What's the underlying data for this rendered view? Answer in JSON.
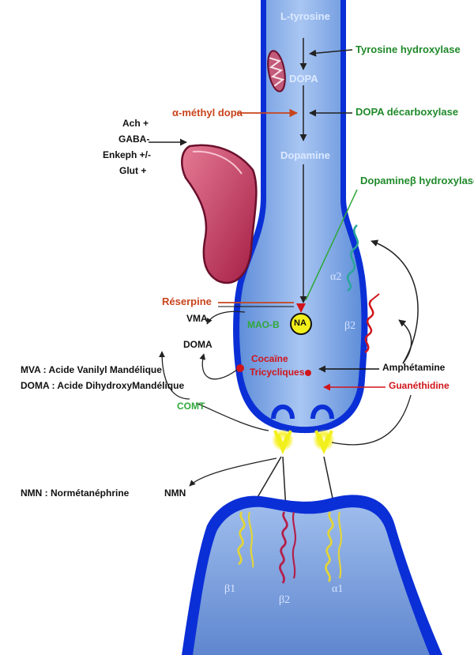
{
  "pathway": {
    "ltyrosine": "L-tyrosine",
    "dopa": "DOPA",
    "dopamine": "Dopamine",
    "na": "NA"
  },
  "enzymes": {
    "tyrosine_hydroxylase": "Tyrosine hydroxylase",
    "dopa_decarboxylase": "DOPA décarboxylase",
    "dopamine_beta_hydroxylase": "Dopamineβ hydroxylase"
  },
  "drugs": {
    "alpha_methyl_dopa": "α-méthyl dopa",
    "reserpine": "Réserpine",
    "cocaine": "Cocaïne",
    "tricycliques": "Tricycliques",
    "amphetamine": "Amphétamine",
    "guanethidine": "Guanéthidine"
  },
  "modulators": {
    "ach": "Ach +",
    "gaba": "GABA-",
    "enkeph": "Enkeph +/-",
    "glut": "Glut +"
  },
  "metabolism": {
    "mao_b": "MAO-B",
    "comt": "COMT",
    "vma": "VMA",
    "doma": "DOMA",
    "nmn": "NMN"
  },
  "legend": {
    "mva": "MVA : Acide Vanilyl Mandélique",
    "doma": "DOMA : Acide DihydroxyMandélique",
    "nmn": "NMN : Normétanéphrine"
  },
  "receptors": {
    "alpha2_pre": "α2",
    "beta2_pre": "β2",
    "beta1_post": "β1",
    "beta2_post": "β2",
    "alpha1_post": "α1"
  },
  "colors": {
    "membrane": "#0b2fd6",
    "cytoplasm": "#7ea7e8",
    "dendrite": "#b3204a",
    "enzyme_green": "#1f8a2a",
    "drug_orange": "#c8441c",
    "drug_red": "#d0151a",
    "vesicle_yellow": "#f2f01a"
  }
}
